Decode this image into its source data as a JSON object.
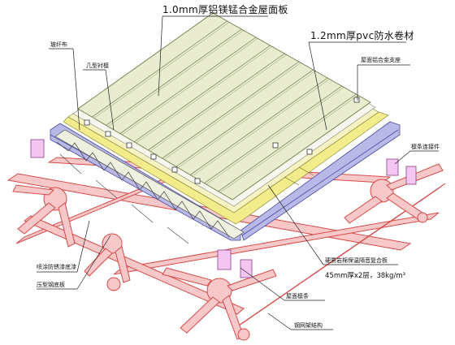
{
  "labels": {
    "top_sheet": "1.0mm厚铝镁锰合金屋面板",
    "membrane": "1.2mm厚pvc防水卷材",
    "glass_wool": "玻纤布",
    "fixing_clip": "屋面铝合金支座",
    "purlin_profile": "几型衬檩",
    "rigid_clip": "檩条连接件",
    "spray_coat": "喷涂防锈漆底漆",
    "deck": "压型钢底板",
    "insulation": "硬质岩棉保温隔音复合板",
    "insulation_spec": "45mm厚x2层，38kg/m³",
    "purlin": "屋面檩条",
    "grid": "钢网架结构"
  },
  "colors": {
    "steel_sheet": "#eaeccf",
    "steel_line": "#6f7a4c",
    "insulation": "#f3ec8a",
    "membrane": "#f7f7ee",
    "purlin": "#b9b9e8",
    "pipe": "#f8c8c8",
    "pipe_line": "#d64a4a",
    "support": "#f2c6f0",
    "leader": "#222222"
  }
}
